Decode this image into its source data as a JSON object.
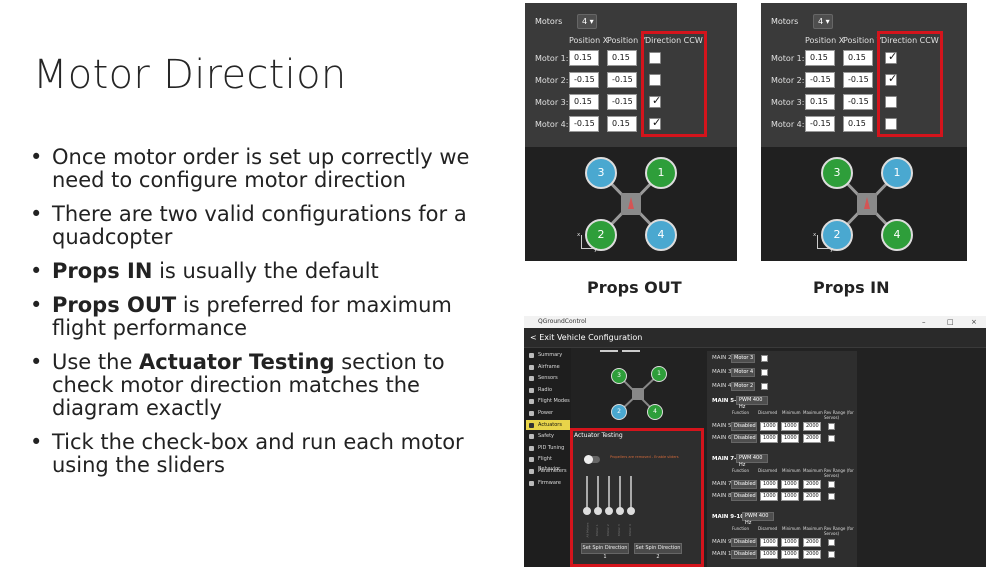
{
  "slide": {
    "title": "Motor Direction",
    "bullets": [
      {
        "pre": "Once motor order is set up correctly we need to configure motor direction",
        "bold": "",
        "post": ""
      },
      {
        "pre": "There are two valid configurations for a quadcopter",
        "bold": "",
        "post": ""
      },
      {
        "pre": "",
        "bold": "Props IN",
        "post": " is usually the default"
      },
      {
        "pre": "",
        "bold": "Props OUT",
        "post": " is preferred for maximum flight performance"
      },
      {
        "pre": "Use the ",
        "bold": "Actuator Testing",
        "post": " section to check motor direction matches the diagram exactly"
      },
      {
        "pre": "Tick the check-box and run each motor using the sliders",
        "bold": "",
        "post": ""
      }
    ],
    "bullet_glyph": "•"
  },
  "config_panels": [
    {
      "caption": "Props OUT",
      "motors_label": "Motors",
      "motor_count": "4",
      "col_headers": [
        "Position X",
        "Position Y",
        "Direction CCW"
      ],
      "rows": [
        {
          "label": "Motor 1:",
          "x": "0.15",
          "y": "0.15",
          "ccw": false
        },
        {
          "label": "Motor 2:",
          "x": "-0.15",
          "y": "-0.15",
          "ccw": false
        },
        {
          "label": "Motor 3:",
          "x": "0.15",
          "y": "-0.15",
          "ccw": true
        },
        {
          "label": "Motor 4:",
          "x": "-0.15",
          "y": "0.15",
          "ccw": true
        }
      ],
      "diagram_motors": [
        {
          "num": "3",
          "color": "#4aa8d0"
        },
        {
          "num": "1",
          "color": "#2e9e3a"
        },
        {
          "num": "2",
          "color": "#2e9e3a"
        },
        {
          "num": "4",
          "color": "#4aa8d0"
        }
      ],
      "axis_labels": [
        "x",
        "y"
      ]
    },
    {
      "caption": "Props IN",
      "motors_label": "Motors",
      "motor_count": "4",
      "col_headers": [
        "Position X",
        "Position Y",
        "Direction CCW"
      ],
      "rows": [
        {
          "label": "Motor 1:",
          "x": "0.15",
          "y": "0.15",
          "ccw": true
        },
        {
          "label": "Motor 2:",
          "x": "-0.15",
          "y": "-0.15",
          "ccw": true
        },
        {
          "label": "Motor 3:",
          "x": "0.15",
          "y": "-0.15",
          "ccw": false
        },
        {
          "label": "Motor 4:",
          "x": "-0.15",
          "y": "0.15",
          "ccw": false
        }
      ],
      "diagram_motors": [
        {
          "num": "3",
          "color": "#2e9e3a"
        },
        {
          "num": "1",
          "color": "#4aa8d0"
        },
        {
          "num": "2",
          "color": "#4aa8d0"
        },
        {
          "num": "4",
          "color": "#2e9e3a"
        }
      ],
      "axis_labels": [
        "x",
        "y"
      ]
    }
  ],
  "qgc": {
    "window_title": "QGroundControl",
    "window_controls": [
      "–",
      "□",
      "×"
    ],
    "header": "< Exit Vehicle Configuration",
    "sidebar": [
      "Summary",
      "Airframe",
      "Sensors",
      "Radio",
      "Flight Modes",
      "Power",
      "Actuators",
      "Safety",
      "PID Tuning",
      "Flight Behavior",
      "Parameters",
      "Firmware"
    ],
    "active_item": "Actuators",
    "actuator_testing": {
      "title": "Actuator Testing",
      "warning": "Propellers are removed - Enable sliders",
      "slider_labels": [
        "All Motors",
        "Motor 1",
        "Motor 2",
        "Motor 3",
        "Motor 4"
      ],
      "buttons": [
        "Set Spin Direction 1",
        "Set Spin Direction 2"
      ]
    },
    "main_motor_rows": [
      {
        "label": "MAIN 2:",
        "value": "Motor 3"
      },
      {
        "label": "MAIN 3:",
        "value": "Motor 4"
      },
      {
        "label": "MAIN 4:",
        "value": "Motor 2"
      }
    ],
    "groups": [
      {
        "name": "MAIN 5-6",
        "rate": "PWM 400 Hz",
        "rows": [
          {
            "label": "MAIN 5:",
            "func": "Disabled",
            "dis": "1000",
            "min": "1000",
            "max": "2000"
          },
          {
            "label": "MAIN 6:",
            "func": "Disabled",
            "dis": "1000",
            "min": "1000",
            "max": "2000"
          }
        ]
      },
      {
        "name": "MAIN 7-8",
        "rate": "PWM 400 Hz",
        "rows": [
          {
            "label": "MAIN 7:",
            "func": "Disabled",
            "dis": "1000",
            "min": "1000",
            "max": "2000"
          },
          {
            "label": "MAIN 8:",
            "func": "Disabled",
            "dis": "1000",
            "min": "1000",
            "max": "2000"
          }
        ]
      },
      {
        "name": "MAIN 9-10",
        "rate": "PWM 400 Hz",
        "rows": [
          {
            "label": "MAIN 9:",
            "func": "Disabled",
            "dis": "1000",
            "min": "1000",
            "max": "2000"
          },
          {
            "label": "MAIN 10:",
            "func": "Disabled",
            "dis": "1000",
            "min": "1000",
            "max": "2000"
          }
        ]
      }
    ],
    "table_headers": [
      "Function",
      "Disarmed",
      "Minimum",
      "Maximum",
      "Rev Range (for Servos)"
    ]
  },
  "colors": {
    "highlight": "#d4141c",
    "accent": "#e8d44a",
    "green": "#2e9e3a",
    "blue": "#4aa8d0"
  }
}
